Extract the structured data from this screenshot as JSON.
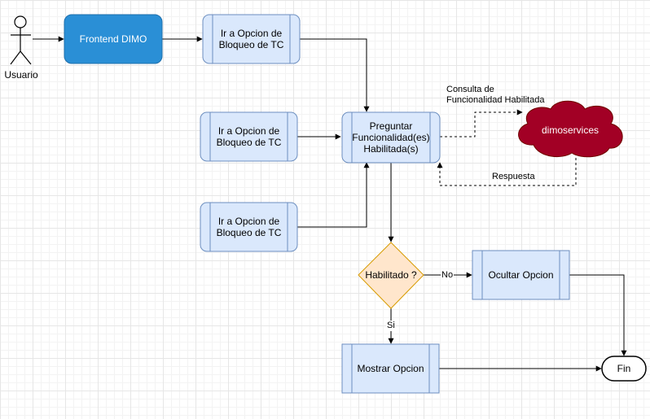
{
  "actor": {
    "label": "Usuario"
  },
  "nodes": {
    "frontend": "Frontend DIMO",
    "opcion_top": "Ir a Opcion de\nBloqueo de TC",
    "opcion_mid": "Ir a Opcion de\nBloqueo de TC",
    "opcion_bot": "Ir a Opcion de\nBloqueo de TC",
    "preguntar": "Preguntar\nFuncionalidad(es)\nHabilitada(s)",
    "dimoservices": "dimoservices",
    "habilitado": "Habilitado ?",
    "ocultar": "Ocultar Opcion",
    "mostrar": "Mostrar Opcion",
    "fin": "Fin"
  },
  "edges": {
    "consulta": "Consulta de\nFuncionalidad Habilitada",
    "respuesta": "Respuesta",
    "no": "No",
    "si": "Si"
  },
  "colors": {
    "frontend_fill": "#2a8fd6",
    "process_fill": "#dae8fc",
    "process_stroke": "#6c8ebf",
    "decision_fill": "#ffe6cc",
    "decision_stroke": "#d79b00",
    "cloud_fill": "#a20025",
    "cloud_stroke": "#6f0000"
  }
}
